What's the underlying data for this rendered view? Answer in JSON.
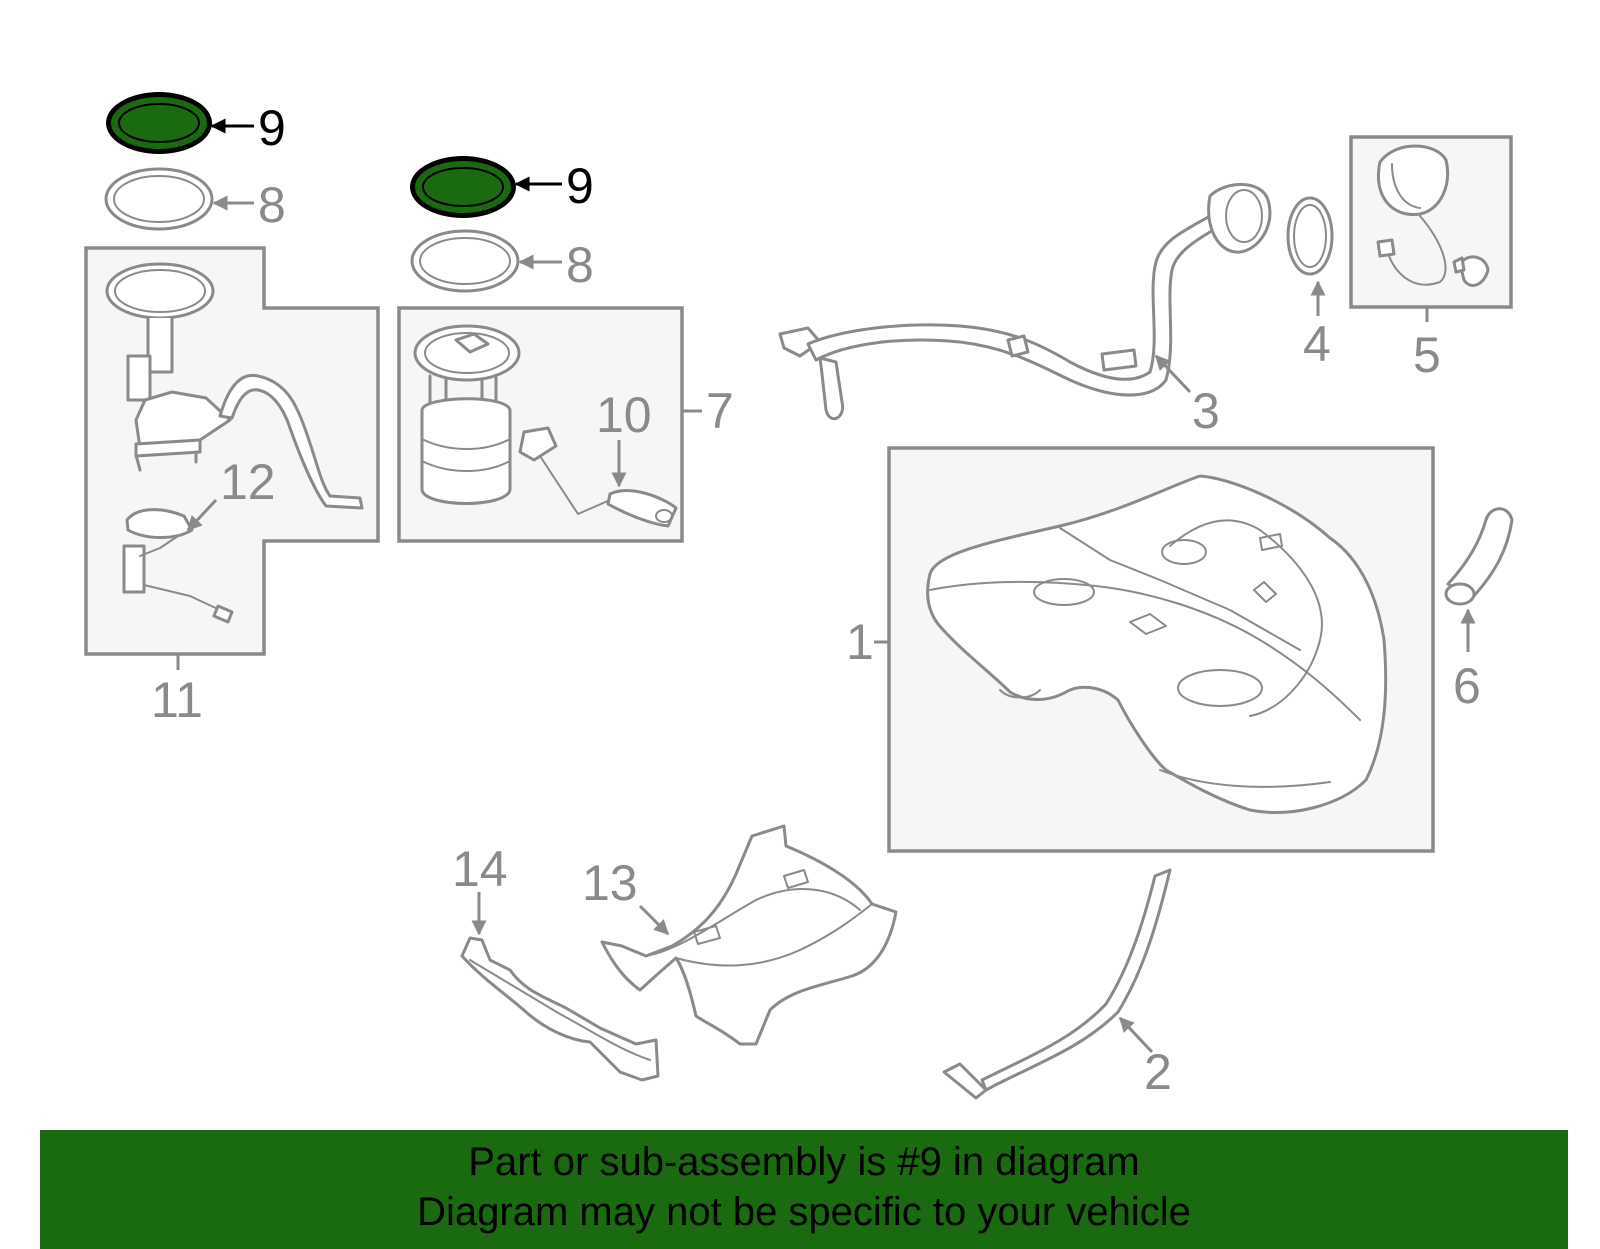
{
  "diagram": {
    "highlight_color": "#1a6b10",
    "line_color": "#8a8a8a",
    "callouts": [
      {
        "id": "c9a",
        "label": "9",
        "highlighted": true
      },
      {
        "id": "c8a",
        "label": "8",
        "highlighted": false
      },
      {
        "id": "c9b",
        "label": "9",
        "highlighted": true
      },
      {
        "id": "c8b",
        "label": "8",
        "highlighted": false
      },
      {
        "id": "c10",
        "label": "10",
        "highlighted": false
      },
      {
        "id": "c7",
        "label": "7",
        "highlighted": false
      },
      {
        "id": "c12",
        "label": "12",
        "highlighted": false
      },
      {
        "id": "c11",
        "label": "11",
        "highlighted": false
      },
      {
        "id": "c3",
        "label": "3",
        "highlighted": false
      },
      {
        "id": "c4",
        "label": "4",
        "highlighted": false
      },
      {
        "id": "c5",
        "label": "5",
        "highlighted": false
      },
      {
        "id": "c1",
        "label": "1",
        "highlighted": false
      },
      {
        "id": "c6",
        "label": "6",
        "highlighted": false
      },
      {
        "id": "c14",
        "label": "14",
        "highlighted": false
      },
      {
        "id": "c13",
        "label": "13",
        "highlighted": false
      },
      {
        "id": "c2",
        "label": "2",
        "highlighted": false
      }
    ]
  },
  "banner": {
    "line1": "Part or sub-assembly is #9 in diagram",
    "line2": "Diagram may not be specific to your vehicle",
    "background": "#1a6b10"
  }
}
